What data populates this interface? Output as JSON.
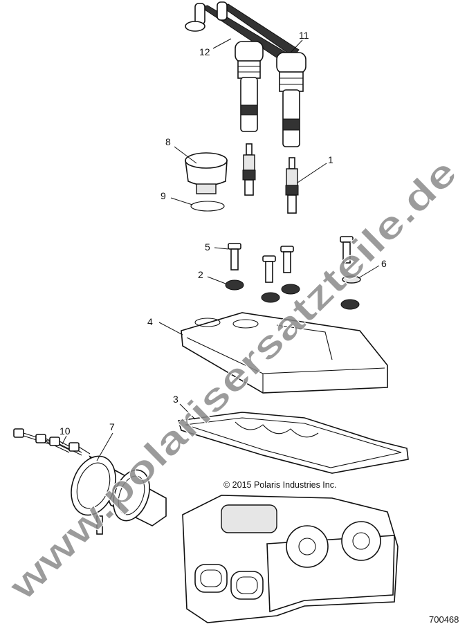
{
  "diagram": {
    "callouts": [
      {
        "id": "11",
        "label": "11"
      },
      {
        "id": "12",
        "label": "12"
      },
      {
        "id": "8",
        "label": "8"
      },
      {
        "id": "1",
        "label": "1"
      },
      {
        "id": "9",
        "label": "9"
      },
      {
        "id": "5",
        "label": "5"
      },
      {
        "id": "2",
        "label": "2"
      },
      {
        "id": "6",
        "label": "6"
      },
      {
        "id": "4",
        "label": "4"
      },
      {
        "id": "3",
        "label": "3"
      },
      {
        "id": "10",
        "label": "10"
      },
      {
        "id": "7",
        "label": "7"
      }
    ],
    "copyright": "© 2015 Polaris Industries Inc.",
    "diagram_number": "700468",
    "watermark": "www.polarisersatzteile.de",
    "watermark_color": "#8a8a8a"
  }
}
